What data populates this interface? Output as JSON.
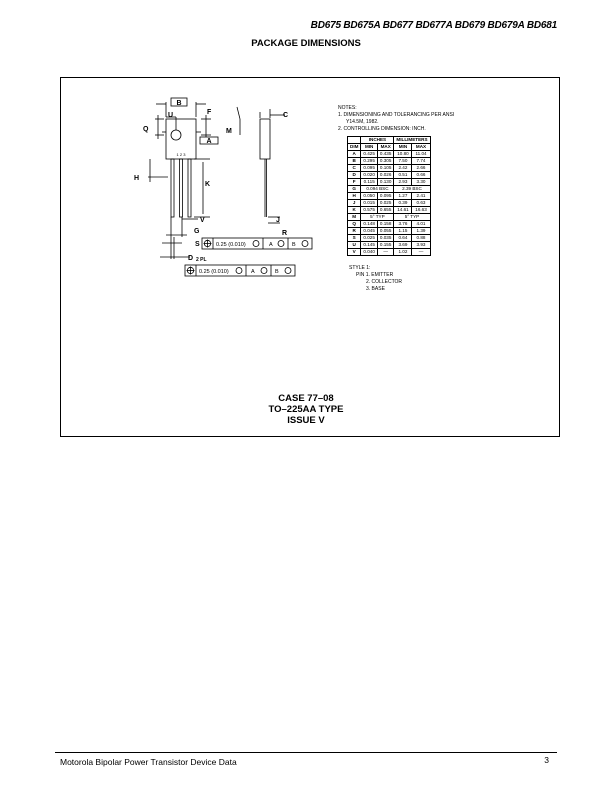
{
  "header": {
    "part_numbers": "BD675 BD675A BD677 BD677A BD679 BD679A BD681"
  },
  "title": "PACKAGE DIMENSIONS",
  "drawing": {
    "labels": {
      "B": "B",
      "U": "U",
      "F": "F",
      "Q": "Q",
      "A": "A",
      "H": "H",
      "K": "K",
      "V": "V",
      "G": "G",
      "D": "D",
      "D_sub": "2 PL",
      "S": "S",
      "C": "C",
      "M": "M",
      "J": "J",
      "R": "R",
      "pin_numbers": "1  2  3"
    },
    "fcf_s": {
      "tolerance": "0.25 (0.010)",
      "datum1": "A",
      "datum2": "B"
    },
    "fcf_d": {
      "tolerance": "0.25 (0.010)",
      "datum1": "A",
      "datum2": "B"
    }
  },
  "notes": {
    "title": "NOTES:",
    "items": [
      "1.  DIMENSIONING AND TOLERANCING PER ANSI Y14.5M, 1982.",
      "2.  CONTROLLING DIMENSION: INCH."
    ]
  },
  "table": {
    "group_headers": [
      "INCHES",
      "MILLIMETERS"
    ],
    "headers": [
      "DIM",
      "MIN",
      "MAX",
      "MIN",
      "MAX"
    ],
    "rows": [
      [
        "A",
        "0.425",
        "0.435",
        "10.80",
        "11.04"
      ],
      [
        "B",
        "0.295",
        "0.305",
        "7.50",
        "7.74"
      ],
      [
        "C",
        "0.095",
        "0.105",
        "2.42",
        "2.66"
      ],
      [
        "D",
        "0.020",
        "0.026",
        "0.51",
        "0.66"
      ],
      [
        "F",
        "0.115",
        "0.130",
        "2.93",
        "3.30"
      ],
      [
        "G",
        "0.094 BSC",
        "2.39 BSC"
      ],
      [
        "H",
        "0.050",
        "0.095",
        "1.27",
        "2.41"
      ],
      [
        "J",
        "0.015",
        "0.025",
        "0.39",
        "0.63"
      ],
      [
        "K",
        "0.575",
        "0.655",
        "14.61",
        "16.63"
      ],
      [
        "M",
        "5° TYP",
        "5° TYP"
      ],
      [
        "Q",
        "0.148",
        "0.158",
        "3.76",
        "4.01"
      ],
      [
        "R",
        "0.045",
        "0.055",
        "1.15",
        "1.39"
      ],
      [
        "S",
        "0.025",
        "0.035",
        "0.64",
        "0.88"
      ],
      [
        "U",
        "0.145",
        "0.155",
        "3.69",
        "3.93"
      ],
      [
        "V",
        "0.040",
        "—",
        "1.02",
        "—"
      ]
    ]
  },
  "style": {
    "title": "STYLE 1:",
    "pins": [
      "PIN 1.   EMITTER",
      "2.   COLLECTOR",
      "3.   BASE"
    ]
  },
  "case": {
    "line1": "CASE 77–08",
    "line2": "TO–225AA TYPE",
    "line3": "ISSUE V"
  },
  "footer": {
    "left": "Motorola Bipolar Power Transistor Device Data",
    "page": "3"
  }
}
